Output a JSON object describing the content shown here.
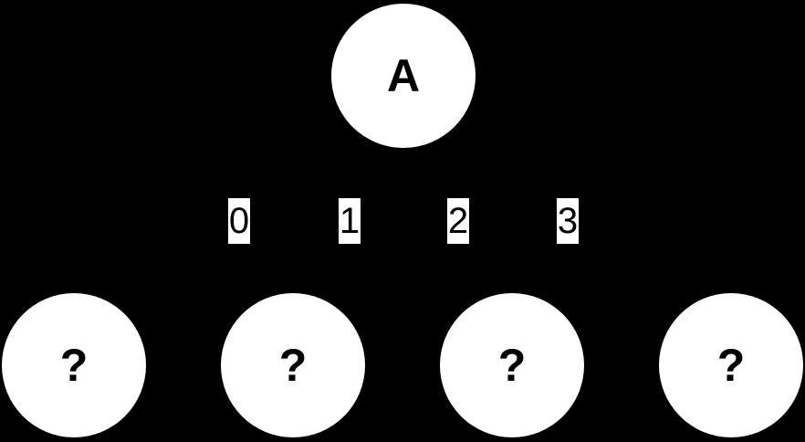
{
  "diagram": {
    "type": "tree",
    "background_color": "#000000",
    "node_fill_color": "#ffffff",
    "text_color": "#000000",
    "root": {
      "label": "A"
    },
    "children": [
      {
        "label": "?"
      },
      {
        "label": "?"
      },
      {
        "label": "?"
      },
      {
        "label": "?"
      }
    ],
    "edge_labels": [
      {
        "label": "0"
      },
      {
        "label": "1"
      },
      {
        "label": "2"
      },
      {
        "label": "3"
      }
    ]
  }
}
